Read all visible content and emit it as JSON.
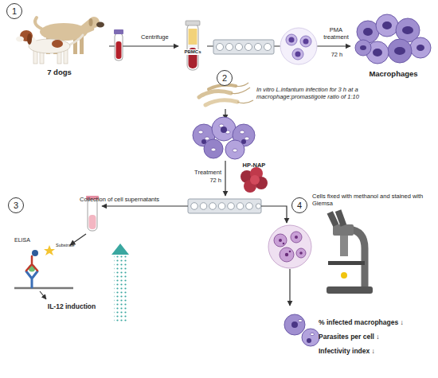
{
  "diagram": {
    "nodes": [
      {
        "text": [
          "7 dogs"
        ]
      },
      {
        "text": [
          "PBMCs"
        ]
      },
      {
        "text": [
          "Macrophages"
        ]
      },
      {
        "text": [
          "HP-NAP"
        ]
      },
      {
        "text": [
          "% infected macrophages ↓",
          "Parasites per cell ↓",
          "Infectivity index ↓"
        ]
      }
    ],
    "edges": [
      {
        "from": 0,
        "to": 1,
        "label": "Centrifuge",
        "arrow": "to"
      },
      {
        "from": 1,
        "to": 2,
        "label": "PMA treatment",
        "arrow": "to"
      }
    ],
    "labels": [
      "1",
      "72 h",
      "2",
      "In vitro L.infantum infection for 3 h at a macrophage:promastigote ratio of 1:10",
      "Treatment",
      "72 h",
      "3",
      "Collection of cell supernatants",
      "Cells fixed with methanol and stained with Giemsa",
      "ELISA",
      "Substrate",
      "IL-12 induction",
      "4"
    ]
  }
}
